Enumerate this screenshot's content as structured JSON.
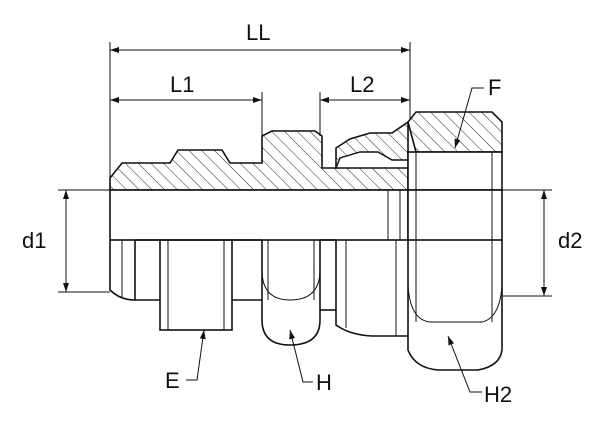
{
  "diagram": {
    "labels": {
      "LL": "LL",
      "L1": "L1",
      "L2": "L2",
      "F": "F",
      "d1": "d1",
      "d2": "d2",
      "E": "E",
      "H": "H",
      "H2": "H2"
    },
    "colors": {
      "line": "#111111",
      "background": "#ffffff"
    }
  }
}
